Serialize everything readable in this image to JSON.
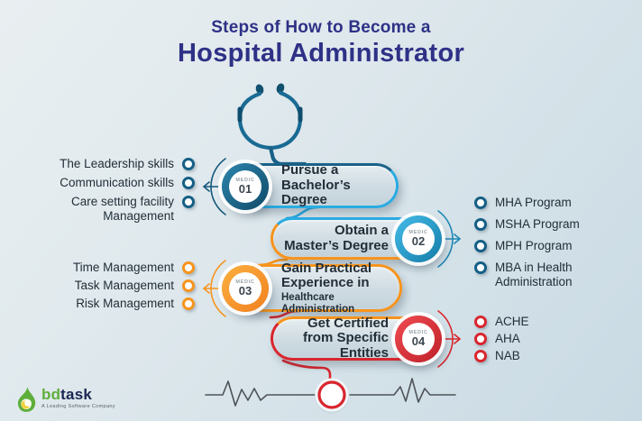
{
  "title": {
    "line1": "Steps of How to Become a",
    "line2": "Hospital Administrator"
  },
  "steps": [
    {
      "badge_label": "MEDIC",
      "number": "01",
      "side": "left",
      "title_lines": [
        "Pursue a",
        "Bachelor’s Degree"
      ],
      "items": [
        "The Leadership skills",
        "Communication skills",
        "Care setting facility Management"
      ]
    },
    {
      "badge_label": "MEDIC",
      "number": "02",
      "side": "right",
      "title_lines": [
        "Obtain a",
        "Master’s Degree"
      ],
      "items": [
        "MHA Program",
        "MSHA Program",
        "MPH Program",
        "MBA in Health Administration"
      ]
    },
    {
      "badge_label": "MEDIC",
      "number": "03",
      "side": "left",
      "title_lines": [
        "Gain Practical",
        "Experience in",
        "Healthcare Administration"
      ],
      "items": [
        "Time Management",
        "Task Management",
        "Risk Management"
      ]
    },
    {
      "badge_label": "MEDIC",
      "number": "04",
      "side": "right",
      "title_lines": [
        "Get Certified",
        "from Specific Entities"
      ],
      "items": [
        "ACHE",
        "AHA",
        "NAB"
      ]
    }
  ],
  "logo": {
    "brand_prefix": "bd",
    "brand_suffix": "task",
    "tagline": "A Leading Software Company"
  },
  "colors": {
    "step1": "#14577c",
    "step1-line": "#1a6288",
    "step2": "#1f87b5",
    "step2-line": "#29abe2",
    "step3": "#f7941d",
    "step4": "#d9262e",
    "bullet-blue": "#155f86",
    "title": "#2e3186",
    "text": "#222e38",
    "ekg": "#4d5357",
    "logo-green": "#5fae3b",
    "logo-dark": "#1b2653"
  }
}
